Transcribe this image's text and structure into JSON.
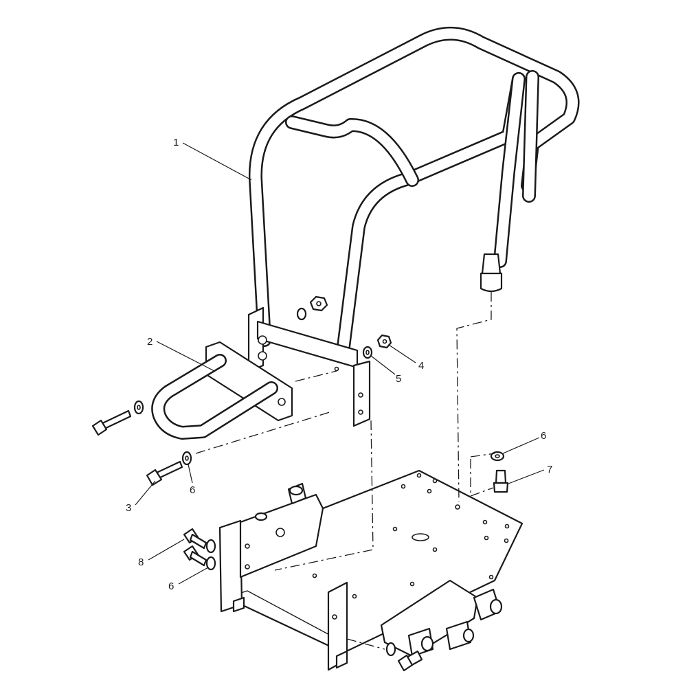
{
  "diagram": {
    "callouts": [
      {
        "id": "c1",
        "text": "1"
      },
      {
        "id": "c2",
        "text": "2"
      },
      {
        "id": "c3",
        "text": "3"
      },
      {
        "id": "c4",
        "text": "4"
      },
      {
        "id": "c5",
        "text": "5"
      },
      {
        "id": "c6a",
        "text": "6"
      },
      {
        "id": "c6b",
        "text": "6"
      },
      {
        "id": "c6c",
        "text": "6"
      },
      {
        "id": "c7",
        "text": "7"
      },
      {
        "id": "c8",
        "text": "8"
      }
    ]
  }
}
